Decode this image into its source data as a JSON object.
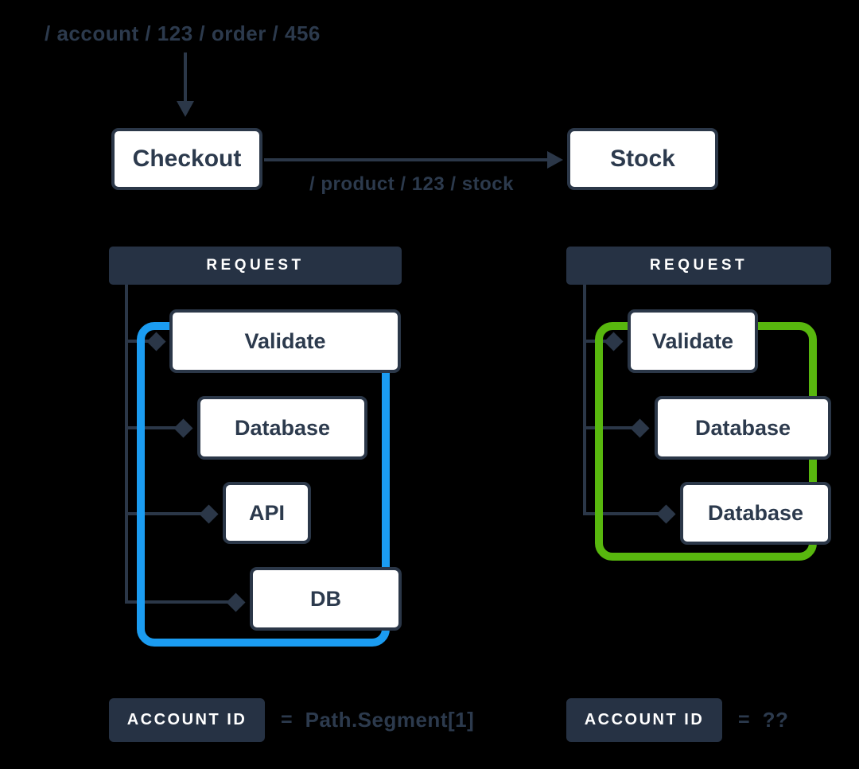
{
  "colors": {
    "background": "#000000",
    "slate": "#2B3748",
    "header_fill": "#263244",
    "box_fill": "#ffffff",
    "trace_left_frame": "#1B9CF1",
    "trace_right_frame": "#58B70E",
    "box_text": "#2C3A4D",
    "header_text": "#ffffff"
  },
  "top": {
    "incoming_path": "/ account / 123 / order / 456"
  },
  "services": {
    "checkout_label": "Checkout",
    "stock_label": "Stock",
    "call_path": "/ product / 123 / stock"
  },
  "left_trace": {
    "header": "REQUEST",
    "frame_color": "blue",
    "spans": [
      "Validate",
      "Database",
      "API",
      "DB"
    ],
    "footer": {
      "badge": "ACCOUNT ID",
      "equals": "=",
      "value": "Path.Segment[1]"
    }
  },
  "right_trace": {
    "header": "REQUEST",
    "frame_color": "green",
    "spans": [
      "Validate",
      "Database",
      "Database"
    ],
    "footer": {
      "badge": "ACCOUNT ID",
      "equals": "=",
      "value": "??"
    }
  }
}
